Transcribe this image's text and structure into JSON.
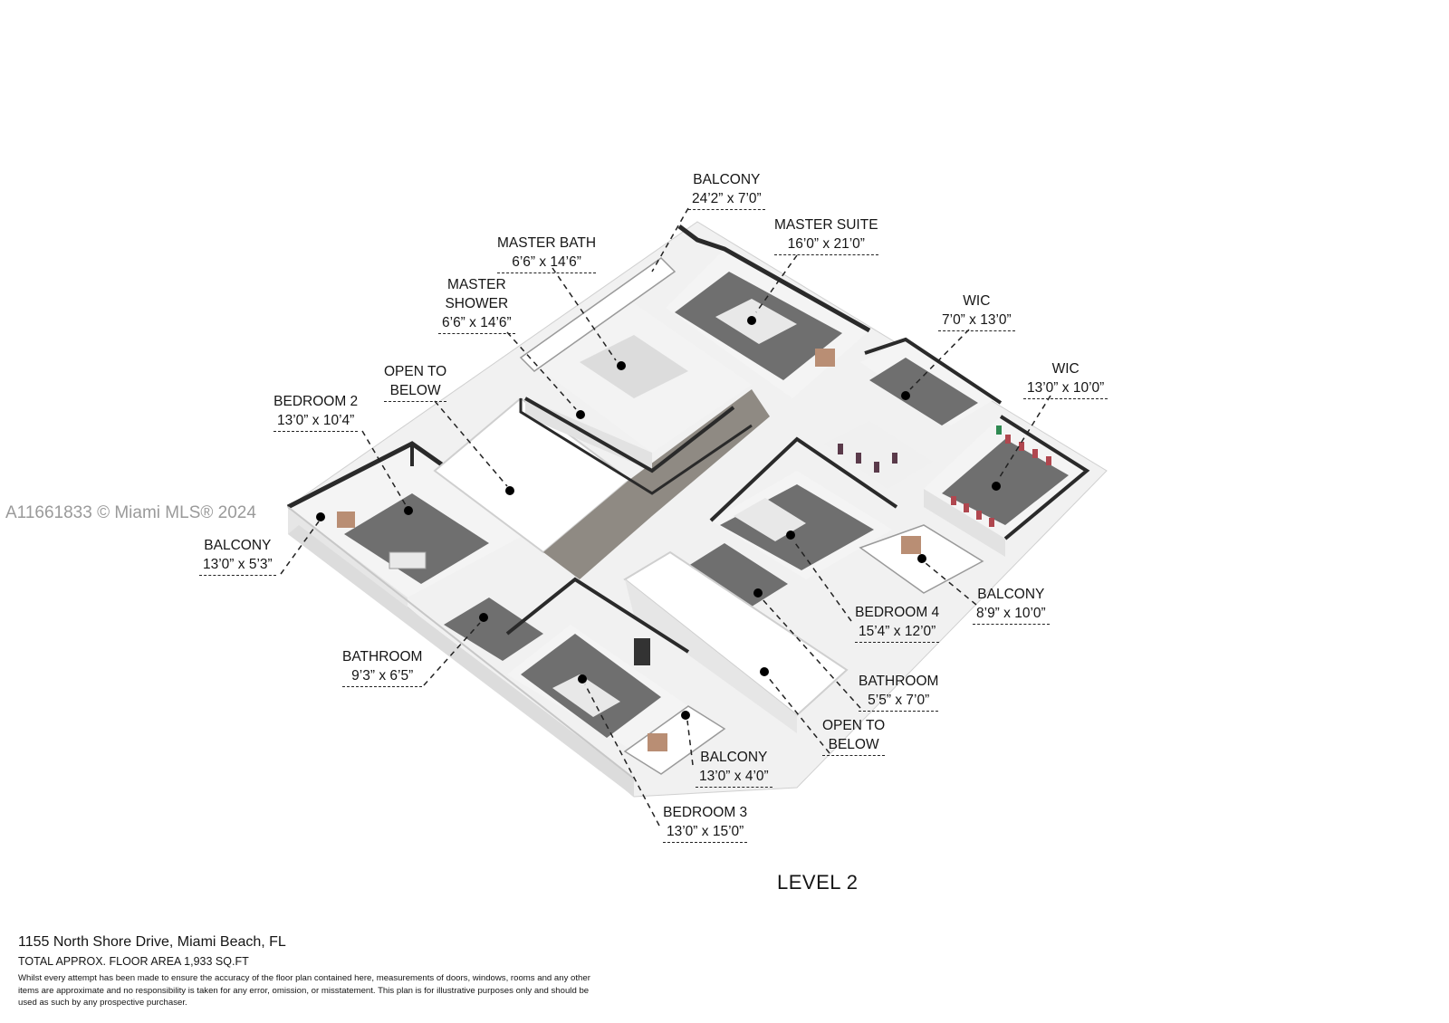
{
  "watermark": "A11661833 © Miami MLS® 2024",
  "level_title": "LEVEL 2",
  "rooms": [
    {
      "name": "BALCONY",
      "dims": "24’2” x 7’0”"
    },
    {
      "name": "MASTER SUITE",
      "dims": "16’0” x 21’0”"
    },
    {
      "name": "MASTER BATH",
      "dims": "6’6” x 14’6”"
    },
    {
      "name": "MASTER SHOWER",
      "name_line1": "MASTER",
      "name_line2": "SHOWER",
      "dims": "6’6” x 14’6”"
    },
    {
      "name": "WIC",
      "dims": "7’0” x 13’0”"
    },
    {
      "name": "WIC",
      "dims": "13’0” x 10’0”"
    },
    {
      "name": "OPEN TO BELOW",
      "name_line1": "OPEN TO",
      "name_line2": "BELOW",
      "dims": ""
    },
    {
      "name": "BEDROOM 2",
      "dims": "13’0” x 10’4”"
    },
    {
      "name": "BALCONY",
      "dims": "13’0” x 5’3”"
    },
    {
      "name": "BEDROOM 4",
      "dims": "15’4” x 12’0”"
    },
    {
      "name": "BALCONY",
      "dims": "8’9” x 10’0”"
    },
    {
      "name": "BATHROOM",
      "dims": "9’3” x 6’5”"
    },
    {
      "name": "BATHROOM",
      "dims": "5’5” x 7’0”"
    },
    {
      "name": "OPEN TO BELOW",
      "name_line1": "OPEN TO",
      "name_line2": "BELOW",
      "dims": ""
    },
    {
      "name": "BALCONY",
      "dims": "13’0” x 4’0”"
    },
    {
      "name": "BEDROOM 3",
      "dims": "13’0” x 15’0”"
    }
  ],
  "footer": {
    "address": "1155 North Shore Drive, Miami Beach, FL",
    "area": "TOTAL APPROX. FLOOR AREA 1,933 SQ.FT",
    "disclaimer": "Whilst every attempt has been made to ensure the accuracy of the floor plan contained here, measurements of doors, windows, rooms and any other items are approximate and no responsibility is taken for any error, omission, or misstatement. This plan is for illustrative purposes only and should be used as such by any prospective purchaser."
  },
  "colors": {
    "floor": "#6f6f6f",
    "wall_top": "#2a2a2a",
    "wall_face": "#f2f2f2",
    "wood": "#8f8a83",
    "label_text": "#151515",
    "watermark": "#9a9a9a"
  }
}
